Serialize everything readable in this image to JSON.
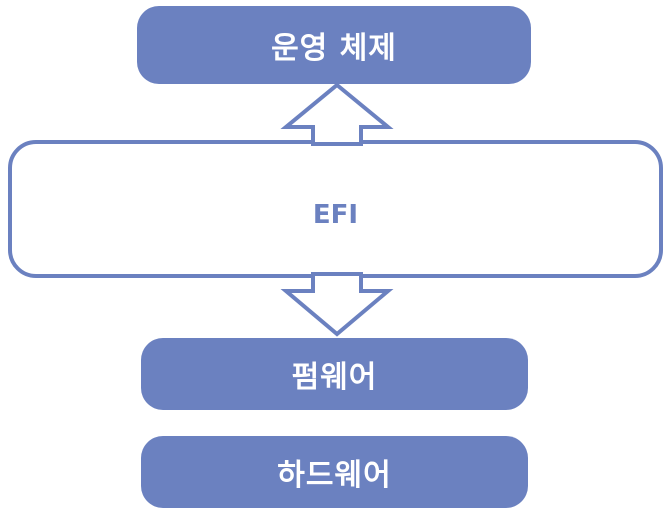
{
  "boxes": {
    "os": "운영 체제",
    "efi": "EFI",
    "firmware": "펌웨어",
    "hardware": "하드웨어"
  },
  "colors": {
    "box_fill": "#6b81c0",
    "outline": "#6b81c0",
    "background": "#ffffff"
  }
}
